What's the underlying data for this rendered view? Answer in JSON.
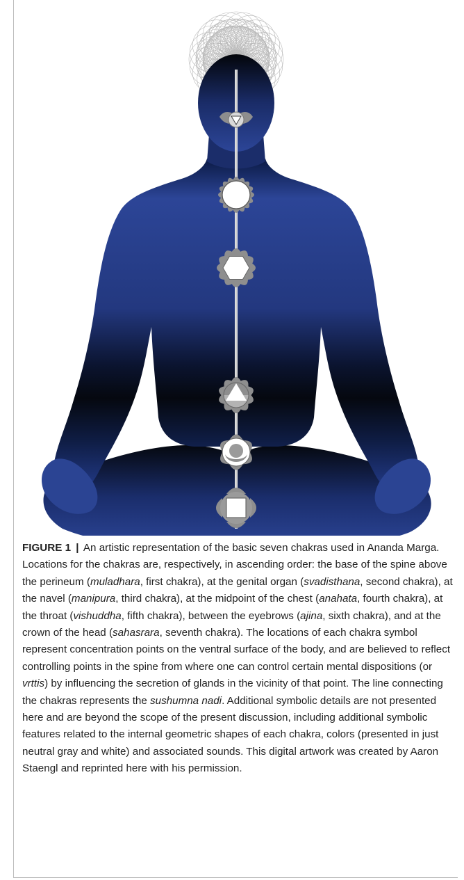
{
  "figure": {
    "label": "FIGURE 1",
    "separator": "|",
    "caption_segments": [
      {
        "text": " An artistic representation of the basic seven chakras used in Ananda Marga. Locations for the chakras are, respectively, in ascending order: the base of the spine above the perineum (",
        "italic": false
      },
      {
        "text": "muladhara",
        "italic": true
      },
      {
        "text": ", first chakra), at the genital organ (",
        "italic": false
      },
      {
        "text": "svadisthana",
        "italic": true
      },
      {
        "text": ", second chakra), at the navel (",
        "italic": false
      },
      {
        "text": "manipura",
        "italic": true
      },
      {
        "text": ", third chakra), at the midpoint of the chest (",
        "italic": false
      },
      {
        "text": "anahata",
        "italic": true
      },
      {
        "text": ", fourth chakra), at the throat (",
        "italic": false
      },
      {
        "text": "vishuddha",
        "italic": true
      },
      {
        "text": ", fifth chakra), between the eyebrows (",
        "italic": false
      },
      {
        "text": "ajina",
        "italic": true
      },
      {
        "text": ", sixth chakra), and at the crown of the head (",
        "italic": false
      },
      {
        "text": "sahasrara",
        "italic": true
      },
      {
        "text": ", seventh chakra). The locations of each chakra symbol represent concentration points on the ventral surface of the body, and are believed to reflect controlling points in the spine from where one can control certain mental dispositions (or ",
        "italic": false
      },
      {
        "text": "vrttis",
        "italic": true
      },
      {
        "text": ") by influencing the secretion of glands in the vicinity of that point. The line connecting the chakras represents the ",
        "italic": false
      },
      {
        "text": "sushumna nadi",
        "italic": true
      },
      {
        "text": ". Additional symbolic details are not presented here and are beyond the scope of the present discussion, including additional symbolic features related to the internal geometric shapes of each chakra, colors (presented in just neutral gray and white) and associated sounds. This digital artwork was created by Aaron Staengl and reprinted here with his permission.",
        "italic": false
      }
    ]
  },
  "colors": {
    "body_top": "#2c4597",
    "body_bottom": "#04070f",
    "chakra_gray": "#8e8e8e",
    "chakra_white": "#ffffff"
  }
}
